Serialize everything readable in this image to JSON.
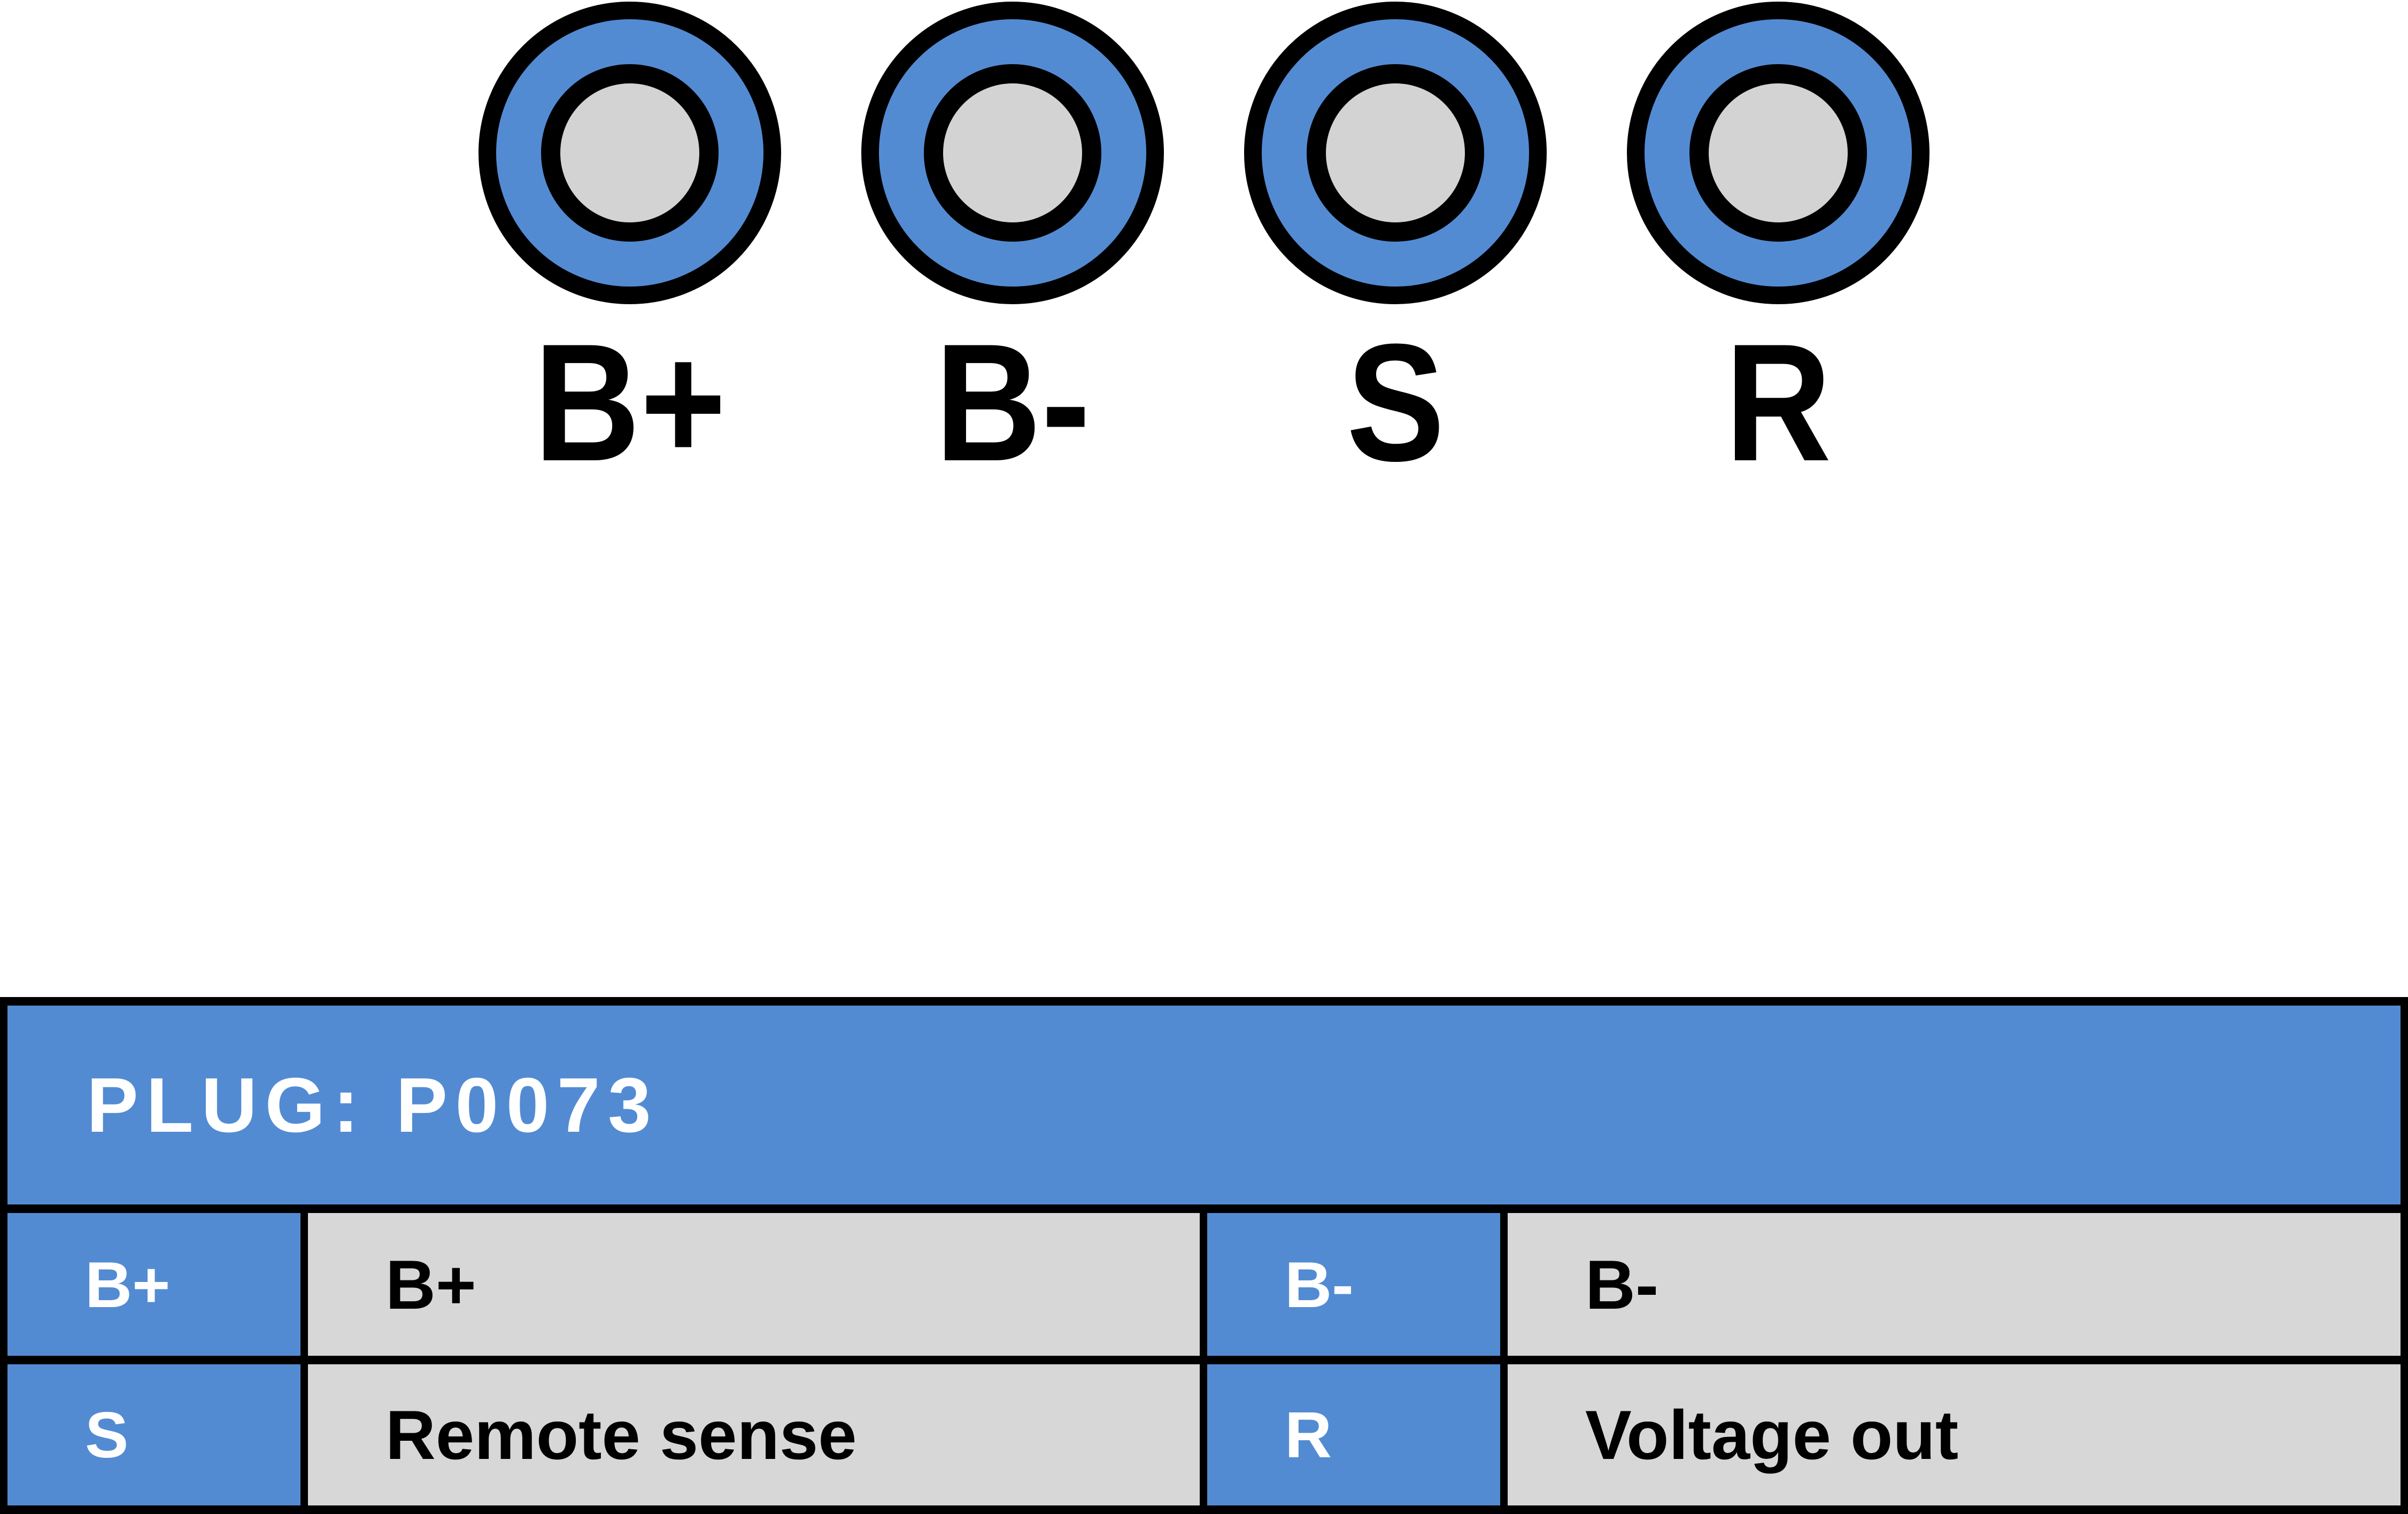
{
  "diagram": {
    "pins": [
      {
        "id": "B+"
      },
      {
        "id": "B-"
      },
      {
        "id": "S"
      },
      {
        "id": "R"
      }
    ]
  },
  "plug_table": {
    "title": "PLUG: P0073",
    "rows": [
      {
        "entries": [
          {
            "pin": "B+",
            "description": "B+"
          },
          {
            "pin": "B-",
            "description": "B-"
          }
        ]
      },
      {
        "entries": [
          {
            "pin": "S",
            "description": "Remote sense"
          },
          {
            "pin": "R",
            "description": "Voltage out"
          }
        ]
      }
    ]
  },
  "colors": {
    "accent_blue": "#538BD3",
    "cell_gray": "#D7D7D7",
    "port_gray": "#D3D3D3",
    "border_black": "#000000",
    "header_text": "#FFFFFF"
  }
}
